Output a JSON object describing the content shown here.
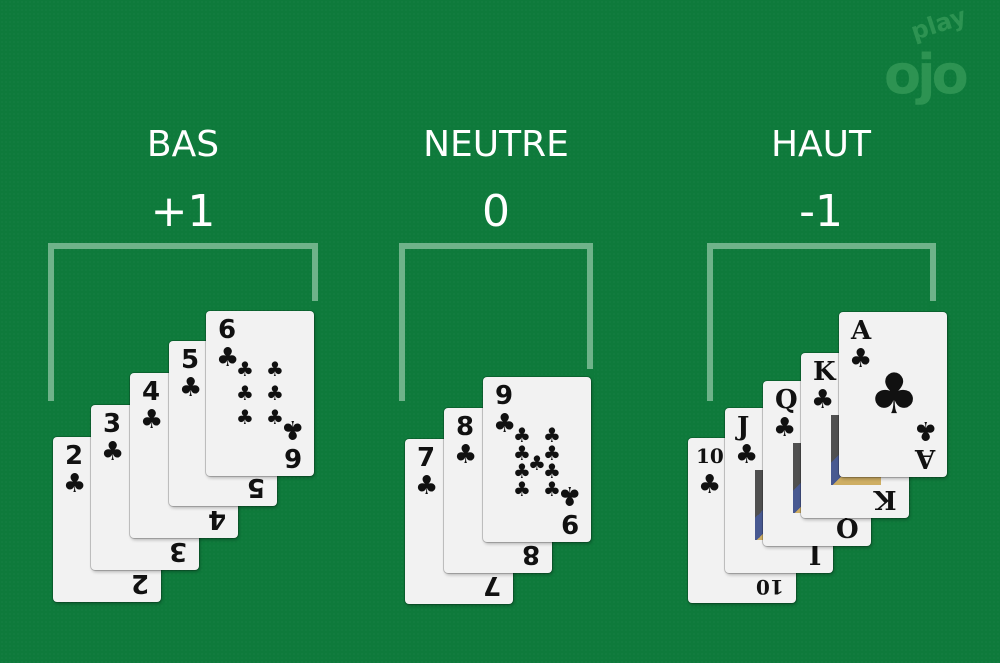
{
  "logo": {
    "top": "play",
    "bottom": "ojo"
  },
  "columns": [
    {
      "title": "BAS",
      "value": "+1",
      "cards": [
        {
          "rank": "2",
          "suit": "♣"
        },
        {
          "rank": "3",
          "suit": "♣"
        },
        {
          "rank": "4",
          "suit": "♣"
        },
        {
          "rank": "5",
          "suit": "♣"
        },
        {
          "rank": "6",
          "suit": "♣"
        }
      ]
    },
    {
      "title": "NEUTRE",
      "value": "0",
      "cards": [
        {
          "rank": "7",
          "suit": "♣"
        },
        {
          "rank": "8",
          "suit": "♣"
        },
        {
          "rank": "9",
          "suit": "♣"
        }
      ]
    },
    {
      "title": "HAUT",
      "value": "-1",
      "cards": [
        {
          "rank": "10",
          "suit": "♣"
        },
        {
          "rank": "J",
          "suit": "♣"
        },
        {
          "rank": "Q",
          "suit": "♣"
        },
        {
          "rank": "K",
          "suit": "♣"
        },
        {
          "rank": "A",
          "suit": "♣"
        }
      ]
    }
  ]
}
